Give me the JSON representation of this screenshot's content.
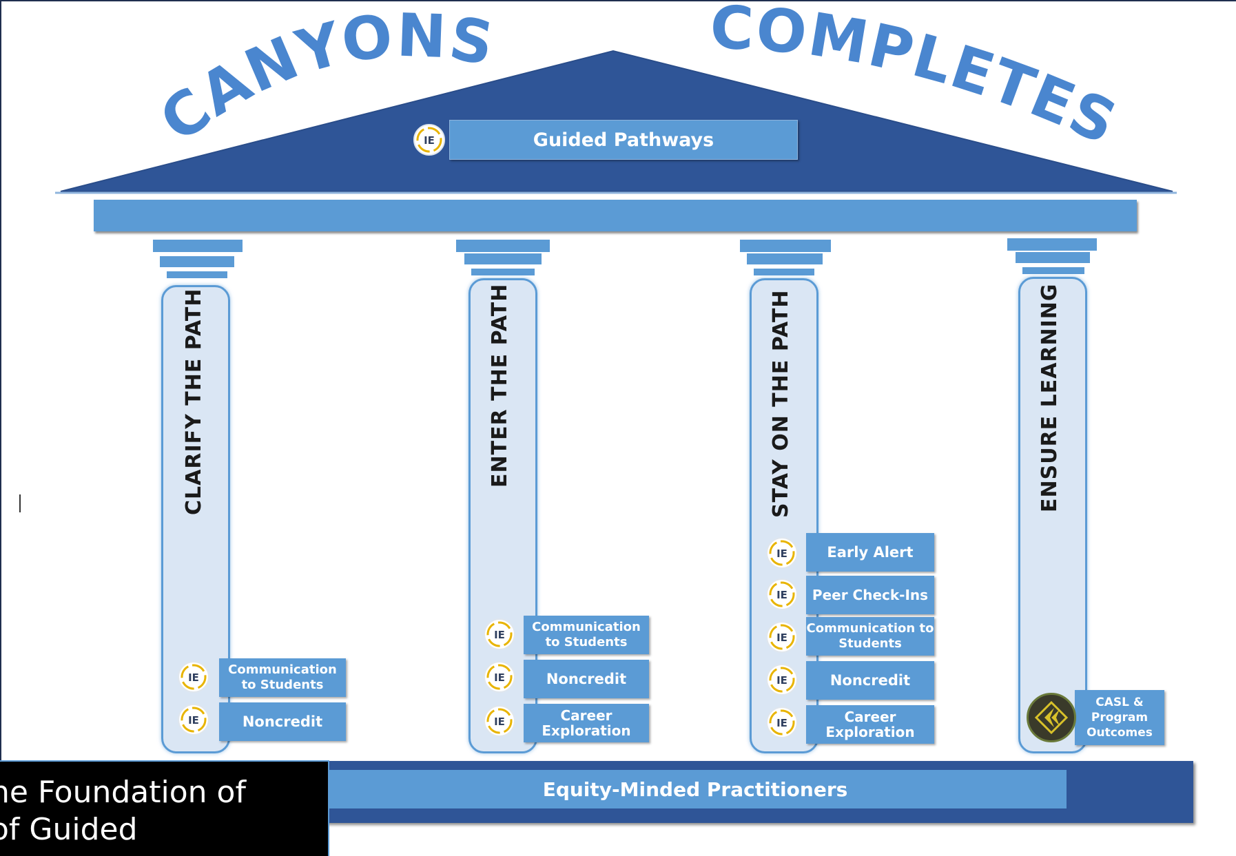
{
  "title": {
    "left_word": "CANYONS",
    "right_word": "COMPLETES"
  },
  "roof_label": "Guided Pathways",
  "columns": [
    {
      "title": "CLARIFY THE PATH",
      "items": [
        "Communication to Students",
        "Noncredit"
      ]
    },
    {
      "title": "ENTER THE PATH",
      "items": [
        "Communication to Students",
        "Noncredit",
        "Career Exploration"
      ]
    },
    {
      "title": "STAY ON THE PATH",
      "items": [
        "Early Alert",
        "Peer Check-Ins",
        "Communication to Students",
        "Noncredit",
        "Career Exploration"
      ]
    },
    {
      "title": "ENSURE LEARNING",
      "items": [
        "CASL & Program Outcomes"
      ]
    }
  ],
  "foundation_label": "Equity-Minded Practitioners",
  "caption": {
    "line1": "he Foundation of",
    "line2": "of Guided"
  },
  "icons": {
    "ie": "ie-logo-icon",
    "casl": "casl-logo-icon"
  },
  "colors": {
    "roof": "#2f5597",
    "accent": "#5b9bd5",
    "shaft_fill": "#dae6f4"
  }
}
